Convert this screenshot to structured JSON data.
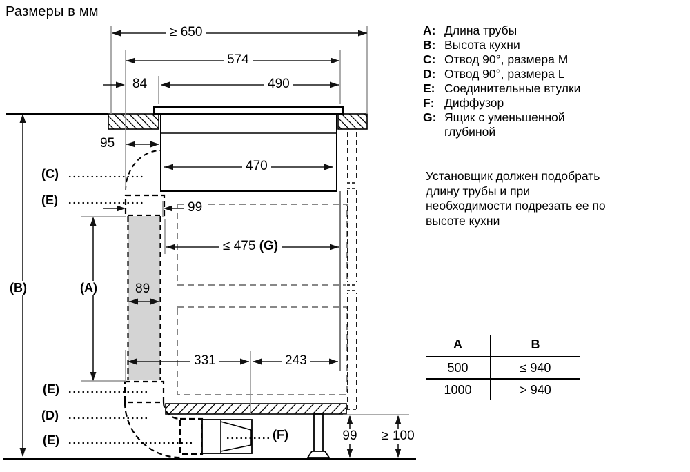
{
  "title": "Размеры в мм",
  "legend": {
    "items": [
      {
        "key": "A:",
        "label": "Длина трубы"
      },
      {
        "key": "B:",
        "label": "Высота кухни"
      },
      {
        "key": "C:",
        "label": "Отвод 90°, размера M"
      },
      {
        "key": "D:",
        "label": "Отвод 90°, размера L"
      },
      {
        "key": "E:",
        "label": "Соединительные втулки"
      },
      {
        "key": "F:",
        "label": "Диффузор"
      },
      {
        "key": "G:",
        "label": "Ящик с уменьшенной"
      },
      {
        "key": "",
        "label": "глубиной"
      }
    ]
  },
  "note": {
    "lines": [
      "Установщик должен подобрать",
      "длину трубы и при",
      "необходимости подрезать ее по",
      "высоте кухни"
    ]
  },
  "table": {
    "headers": [
      "A",
      "B"
    ],
    "rows": [
      [
        "500",
        "≤ 940"
      ],
      [
        "1000",
        "> 940"
      ]
    ]
  },
  "dims": {
    "d650": "≥ 650",
    "d574": "574",
    "d84": "84",
    "d490": "490",
    "d95": "95",
    "d470": "470",
    "d99m": "99",
    "d475": "≤ 475",
    "d475g": "(G)",
    "d89": "89",
    "d331": "331",
    "d243": "243",
    "d99b": "99",
    "d100": "≥ 100"
  },
  "labels": {
    "a": "(A)",
    "b": "(B)",
    "c": "(C)",
    "d": "(D)",
    "e": "(E)",
    "f": "(F)"
  },
  "colors": {
    "tube_fill": "#d4d4d4",
    "line": "#000000",
    "extension_gray": "#909090"
  }
}
